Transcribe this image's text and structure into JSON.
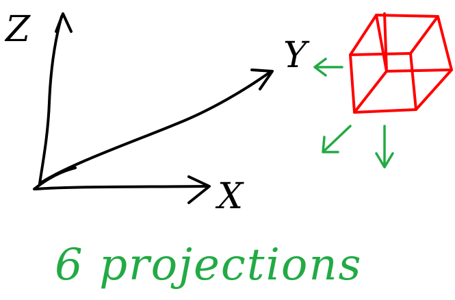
{
  "axes": {
    "z_label": "Z",
    "y_label": "Y",
    "x_label": "X",
    "stroke_color": "#000000"
  },
  "cube": {
    "stroke_color": "#ff0000"
  },
  "projections": {
    "arrow_color": "#22aa44",
    "arrows": [
      "left-arrow",
      "down-left-arrow",
      "down-arrow"
    ]
  },
  "caption": {
    "text": "6 projections",
    "color": "#22aa44"
  }
}
